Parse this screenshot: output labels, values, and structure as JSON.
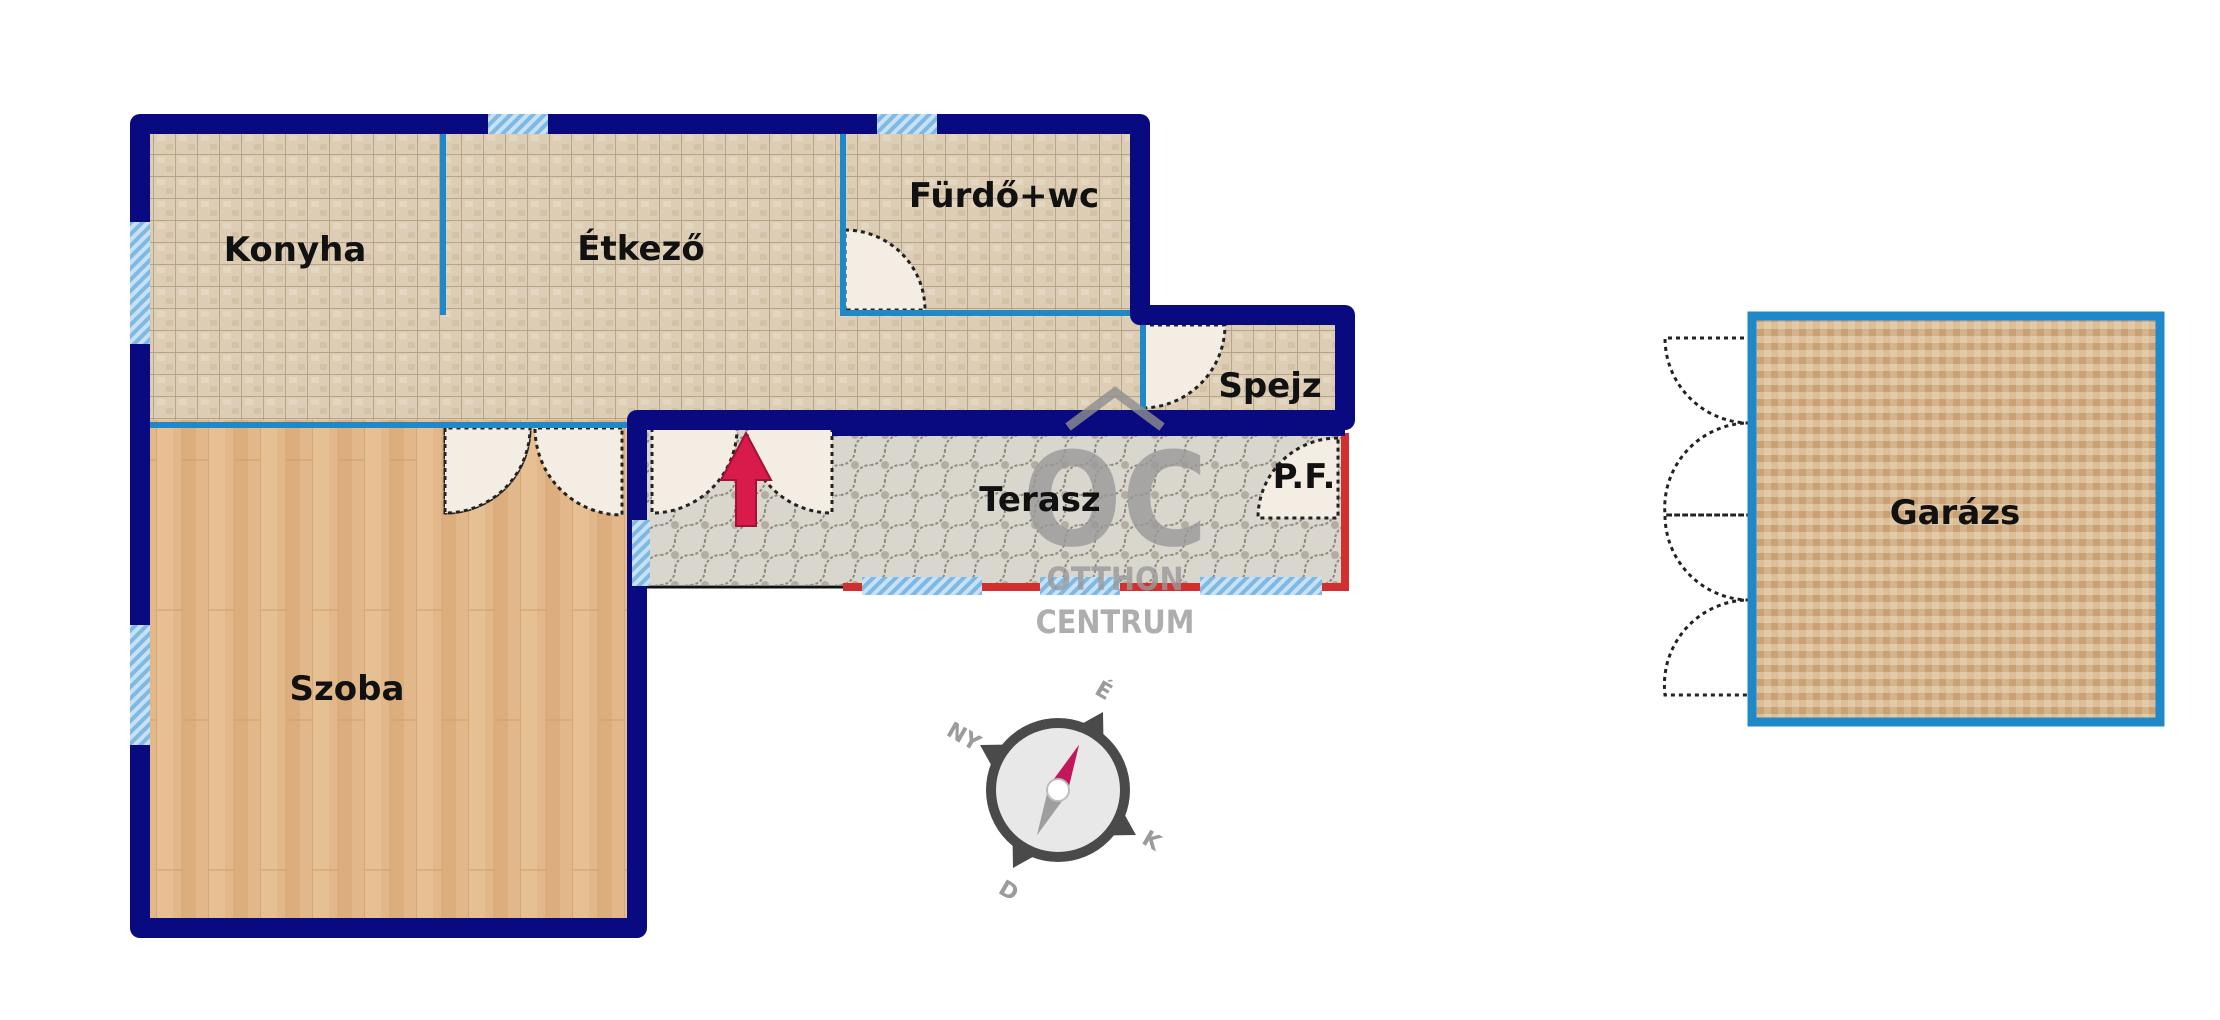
{
  "rooms": {
    "konyha": "Konyha",
    "etkezo": "Étkező",
    "furdo": "Fürdő+wc",
    "spejz": "Spejz",
    "terasz": "Terasz",
    "pf": "P.F.",
    "szoba": "Szoba",
    "garazs": "Garázs"
  },
  "watermark": {
    "logo": "OC",
    "line1": "OTTHON",
    "line2": "CENTRUM"
  },
  "compass": {
    "north": "É",
    "east": "K",
    "south": "D",
    "west": "NY"
  },
  "colors": {
    "outer_wall": "#0a0a80",
    "inner_wall": "#1e88c8",
    "window": "#8ec4ea",
    "terrace_rail": "#d32f2f",
    "entrance_arrow": "#d81b4a",
    "garage_wall": "#1e88c8"
  },
  "icons": {
    "entrance": "entrance-arrow-icon",
    "compass": "compass-icon"
  }
}
